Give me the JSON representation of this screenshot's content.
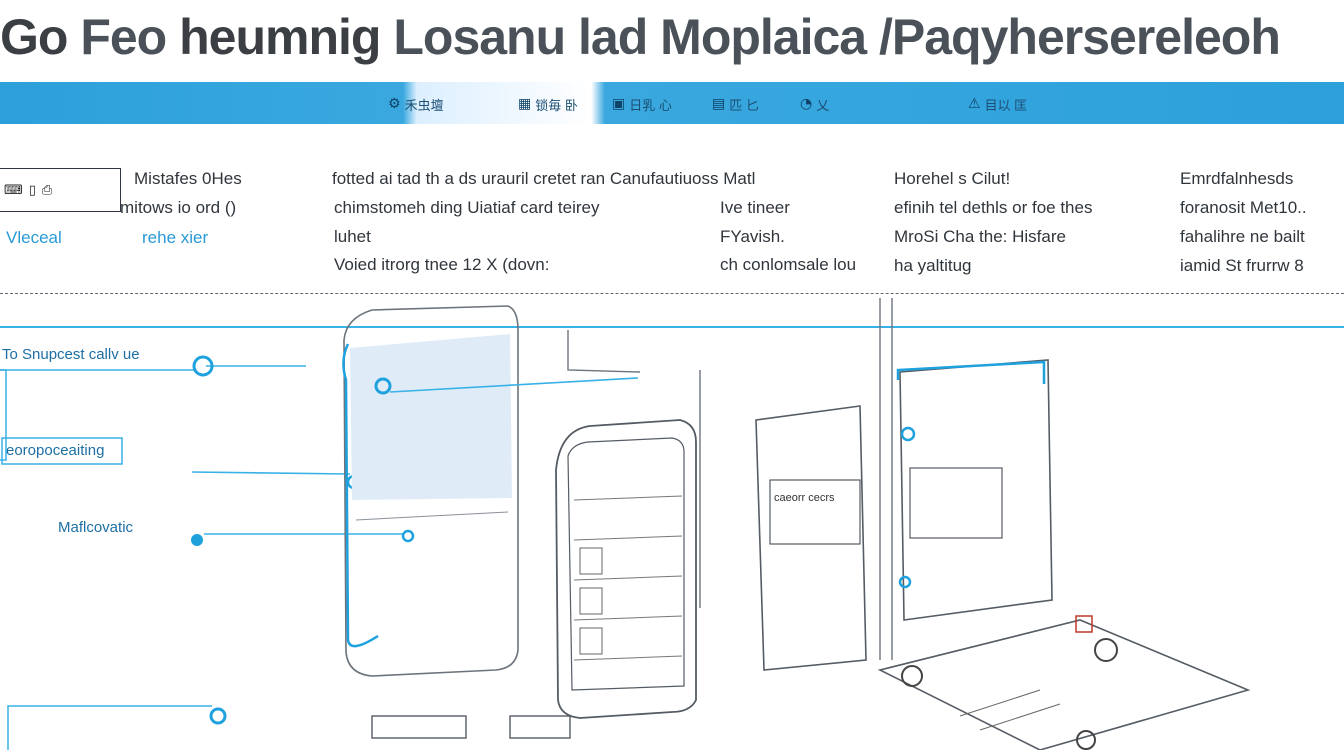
{
  "title": {
    "part1": "Go ",
    "part2": "Feo",
    "part3": " heumnig",
    "part4": "Losanu lad Moplaica /Paqyhersereleoh"
  },
  "band": {
    "items": [
      {
        "icon": "gear-icon",
        "label": "禾虫壇"
      },
      {
        "icon": "grid-icon",
        "label": "锁毎 卧"
      },
      {
        "icon": "frame-icon",
        "label": "日乳 心"
      },
      {
        "icon": "doc-icon",
        "label": "匹 匕"
      },
      {
        "icon": "bell-icon",
        "label": "乂"
      },
      {
        "icon": "warn-icon",
        "label": "目以 匡"
      }
    ],
    "accent": "#2ca0db"
  },
  "info": {
    "col1": {
      "line1": "Mistafes 0Hes",
      "line2": "mitows io ord ()",
      "line3a": "Vleceal",
      "line3b": "rehe xier"
    },
    "col2": {
      "line1": "fotted ai tad th a ds urauril cretet ran Canufautiuoss Matl",
      "line2": "chimstomeh ding Uiatiaf card teirey",
      "line2b": "Ive tineer",
      "line3a": "luhet",
      "line3b": "FYavish.",
      "line4a": "Voied itrorg tnee 12 X (dovn:",
      "line4b": "ch conlomsale lou"
    },
    "col3": {
      "line1": "Horehel s Cilut!",
      "line2": "efinih tel dethls or foe thes",
      "line3": "MroSi Cha the: Hisfare",
      "line4": "ha yaltitug"
    },
    "col4": {
      "line1": "Emrdfalnhesds",
      "line2": "foranosit Met10..",
      "line3": "fahalihre ne bailt",
      "line4": "iamid St frurrw 8"
    }
  },
  "callouts": {
    "a": "To Snupcest callv ue",
    "b": "eoropoceaiting",
    "c": "Maflcovatic"
  },
  "screen_text": {
    "card": "caeorr cecrs"
  },
  "colors": {
    "line_blue": "#38b1e6",
    "sketch": "#7a8189",
    "panel_fill": "#dfecf8"
  }
}
